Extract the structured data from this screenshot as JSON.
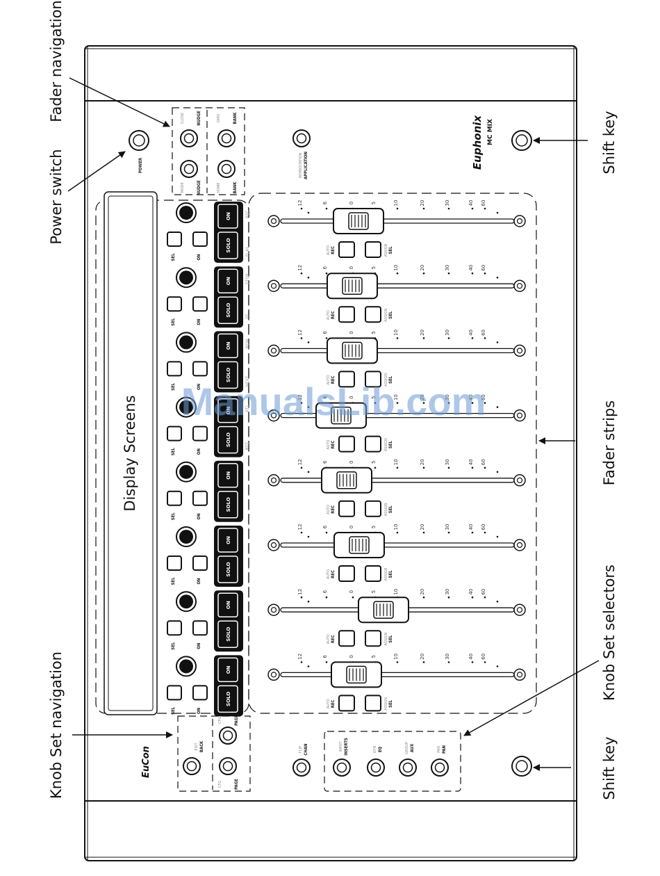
{
  "callouts": {
    "fader_navigation": "Fader navigation",
    "power_switch": "Power switch",
    "shift_key_top": "Shift key",
    "fader_strips": "Fader strips",
    "knob_set_selectors": "Knob Set selectors",
    "shift_key_bottom": "Shift key",
    "knob_set_navigation": "Knob Set navigation"
  },
  "display_label": "Display Screens",
  "brand": {
    "name": "Euphonix",
    "model": "MC MIX",
    "eucon": "EuCon"
  },
  "panel_labels": {
    "power": "POWER",
    "application": "APPLICATION",
    "workstation": "WORKSTATION",
    "nudge_up": "NUDGE",
    "nudge_up_alt": "CLOSE",
    "nudge_down": "NUDGE",
    "nudge_down_alt": "MODE",
    "bank_up": "BANK",
    "bank_up_alt": "DIRS",
    "bank_down": "BANK",
    "bank_down_alt": "HOME",
    "back": "BACK",
    "back_alt": "EXIT",
    "page_up": "PAGE",
    "page_up_alt": "CFG",
    "page_down": "PAGE",
    "page_down_alt": "CFG",
    "chan": "CHAN",
    "chan_alt": "FLIP",
    "inserts": "INSERTS",
    "inserts_alt": "INPUT",
    "eq": "EQ",
    "eq_alt": "DYN",
    "aux": "AUX",
    "aux_alt": "GROUP",
    "pan": "PAN",
    "pan_alt": "PAN"
  },
  "strip_buttons": {
    "sel": "SEL",
    "on": "ON",
    "solo": "SOLO",
    "rec": "REC",
    "rec_alt": "AUTO",
    "sel_fader": "SEL",
    "sel_fader_alt": "ASSIGN"
  },
  "transport_labels": [
    "REC",
    "PLAY",
    "STOP",
    "FF",
    "REW",
    "NEXT",
    "RTL",
    "RTZ"
  ],
  "fader_scale": [
    "12",
    "6",
    "0",
    "5",
    "10",
    "20",
    "30",
    "40",
    "60"
  ],
  "watermark": "ManualsLib.com"
}
